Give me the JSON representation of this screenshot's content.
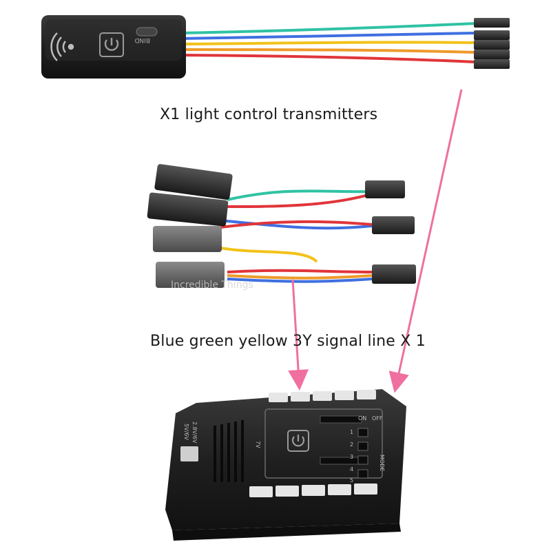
{
  "captions": {
    "transmitter": "X1 light control transmitters",
    "signal_line": "Blue green yellow 3Y signal line X 1"
  },
  "transmitter": {
    "button_text": "BIND",
    "icon": "wireless-signal-icon",
    "logo": "power-logo-icon"
  },
  "controller": {
    "labels": [
      "5V/6V",
      "2.8V/6V",
      "7V",
      "1",
      "2",
      "3",
      "4",
      "5",
      "ON",
      "OFF",
      "MODE"
    ]
  },
  "watermark": "Incredible Things",
  "colors": {
    "device_body": "#1f1f1f",
    "arrow": "#ef6fa0",
    "wire_colors": [
      "#2fc2a4",
      "#3f6fe0",
      "#f2c21a",
      "#ee9a2a",
      "#e0353a",
      "#ffffff"
    ]
  }
}
